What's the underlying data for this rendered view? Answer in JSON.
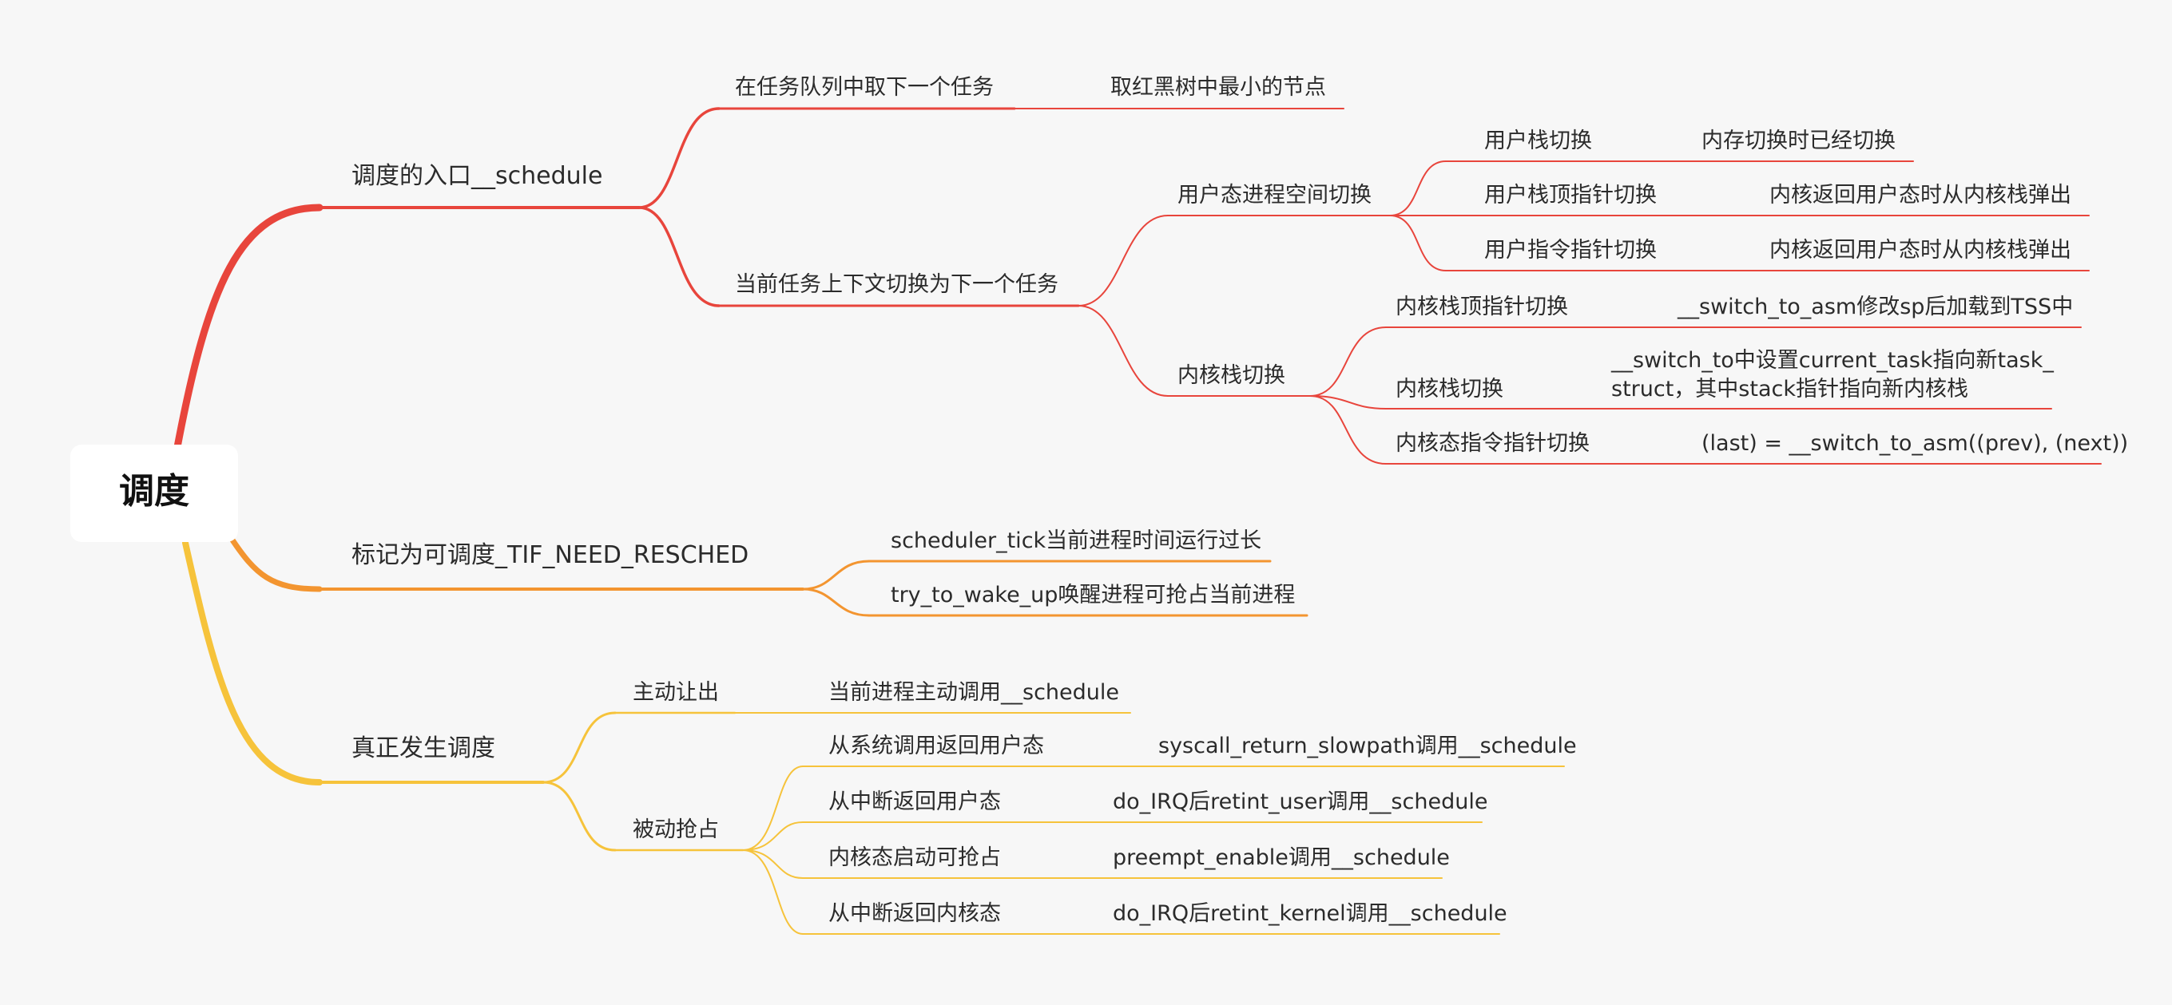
{
  "colors": {
    "red": "#e8453c",
    "orange": "#f39530",
    "yellow": "#f6c33b",
    "root_bg": "#ffffff",
    "background": "#f7f7f7"
  },
  "root": {
    "label": "调度"
  },
  "branches": [
    {
      "label": "调度的入口__schedule",
      "color": "red",
      "children": [
        {
          "label": "在任务队列中取下一个任务",
          "children": [
            {
              "label": "取红黑树中最小的节点"
            }
          ]
        },
        {
          "label": "当前任务上下文切换为下一个任务",
          "children": [
            {
              "label": "用户态进程空间切换",
              "children": [
                {
                  "label": "用户栈切换",
                  "children": [
                    {
                      "label": "内存切换时已经切换"
                    }
                  ]
                },
                {
                  "label": "用户栈顶指针切换",
                  "children": [
                    {
                      "label": "内核返回用户态时从内核栈弹出"
                    }
                  ]
                },
                {
                  "label": "用户指令指针切换",
                  "children": [
                    {
                      "label": "内核返回用户态时从内核栈弹出"
                    }
                  ]
                }
              ]
            },
            {
              "label": "内核栈切换",
              "children": [
                {
                  "label": "内核栈顶指针切换",
                  "children": [
                    {
                      "label": "__switch_to_asm修改sp后加载到TSS中"
                    }
                  ]
                },
                {
                  "label": "内核栈切换",
                  "children": [
                    {
                      "label": "__switch_to中设置current_task指向新task_",
                      "label2": "struct，其中stack指针指向新内核栈"
                    }
                  ]
                },
                {
                  "label": "内核态指令指针切换",
                  "children": [
                    {
                      "label": "(last) = __switch_to_asm((prev), (next))"
                    }
                  ]
                }
              ]
            }
          ]
        }
      ]
    },
    {
      "label": "标记为可调度_TIF_NEED_RESCHED",
      "color": "orange",
      "children": [
        {
          "label": "scheduler_tick当前进程时间运行过长"
        },
        {
          "label": "try_to_wake_up唤醒进程可抢占当前进程"
        }
      ]
    },
    {
      "label": "真正发生调度",
      "color": "yellow",
      "children": [
        {
          "label": "主动让出",
          "children": [
            {
              "label": "当前进程主动调用__schedule"
            }
          ]
        },
        {
          "label": "被动抢占",
          "children": [
            {
              "label": "从系统调用返回用户态",
              "children": [
                {
                  "label": "syscall_return_slowpath调用__schedule"
                }
              ]
            },
            {
              "label": "从中断返回用户态",
              "children": [
                {
                  "label": "do_IRQ后retint_user调用__schedule"
                }
              ]
            },
            {
              "label": "内核态启动可抢占",
              "children": [
                {
                  "label": "preempt_enable调用__schedule"
                }
              ]
            },
            {
              "label": "从中断返回内核态",
              "children": [
                {
                  "label": "do_IRQ后retint_kernel调用__schedule"
                }
              ]
            }
          ]
        }
      ]
    }
  ]
}
